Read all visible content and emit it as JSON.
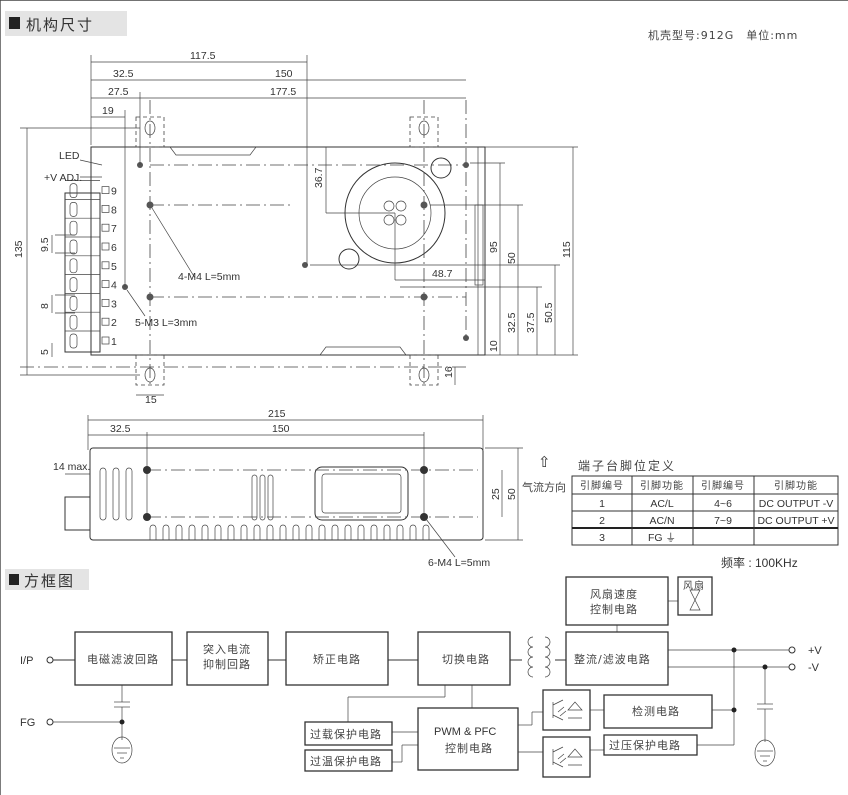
{
  "sections": {
    "mechanical": "机构尺寸",
    "block": "方框图"
  },
  "case_info": "机壳型号:912G　单位:mm",
  "top_view": {
    "dims": {
      "d117_5": "117.5",
      "d32_5": "32.5",
      "d150": "150",
      "d27_5": "27.5",
      "d177_5": "177.5",
      "d19": "19",
      "d135": "135",
      "d36_7": "36.7",
      "d48_7": "48.7",
      "d95": "95",
      "d50": "50",
      "d115": "115",
      "d32_5b": "32.5",
      "d37_5": "37.5",
      "d50_5": "50.5",
      "d10": "10",
      "d16": "16",
      "d15": "15",
      "d9_5": "9.5",
      "d8": "8",
      "d5": "5"
    },
    "led": "LED",
    "vadj": "+V ADJ.",
    "terminals": [
      "1",
      "2",
      "3",
      "4",
      "5",
      "6",
      "7",
      "8",
      "9"
    ],
    "m4_note": "4-M4 L=5mm",
    "m3_note": "5-M3 L=3mm"
  },
  "side_view": {
    "dims": {
      "d215": "215",
      "d32_5": "32.5",
      "d150": "150",
      "d14max": "14 max.",
      "d25": "25",
      "d50": "50"
    },
    "m4_note": "6-M4 L=5mm",
    "airflow": "气流方向"
  },
  "pin_table": {
    "title": "端子台脚位定义",
    "headers": [
      "引脚编号",
      "引脚功能",
      "引脚编号",
      "引脚功能"
    ],
    "rows": [
      [
        "1",
        "AC/L",
        "4~6",
        "DC OUTPUT -V"
      ],
      [
        "2",
        "AC/N",
        "7~9",
        "DC OUTPUT +V"
      ],
      [
        "3",
        "FG ⏚",
        "",
        ""
      ]
    ]
  },
  "frequency": "频率 : 100KHz",
  "block_diagram": {
    "ip": "I/P",
    "fg": "FG",
    "pos_v": "+V",
    "neg_v": "-V",
    "emi": "电磁滤波回路",
    "inrush1": "突入电流",
    "inrush2": "抑制回路",
    "rectifier": "矫正电路",
    "switching": "切换电路",
    "output_rect": "整流/滤波电路",
    "fan_ctrl1": "风扇速度",
    "fan_ctrl2": "控制电路",
    "fan": "风扇",
    "detect": "检测电路",
    "pwm1": "PWM & PFC",
    "pwm2": "控制电路",
    "overload": "过载保护电路",
    "overtemp": "过温保护电路",
    "ovp": "过压保护电路"
  }
}
